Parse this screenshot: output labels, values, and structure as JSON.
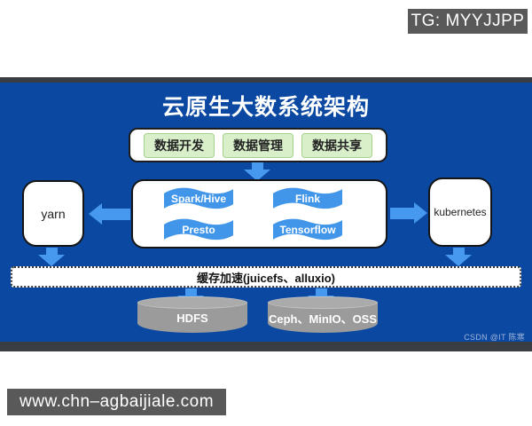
{
  "badges": {
    "tg": "TG: MYYJJPP",
    "url": "www.chn–agbaijiale.com"
  },
  "diagram": {
    "title": "云原生大数系统架构",
    "watermark": "CSDN @IT 陈寒",
    "layers": {
      "app_pills": [
        {
          "label": "数据开发"
        },
        {
          "label": "数据管理"
        },
        {
          "label": "数据共享"
        }
      ],
      "engines": [
        {
          "label": "Spark/Hive"
        },
        {
          "label": "Flink"
        },
        {
          "label": "Presto"
        },
        {
          "label": "Tensorflow"
        }
      ],
      "schedulers": {
        "left": "yarn",
        "right": "kubernetes"
      },
      "cache": {
        "label": "缓存加速(juicefs、alluxio)"
      },
      "storage": [
        {
          "label": "HDFS"
        },
        {
          "label": "Ceph、MinIO、OSS"
        }
      ]
    },
    "colors": {
      "panel-blue": "#0a48a1",
      "strip-dark": "#3a3d42",
      "arrow-blue": "#4699ee",
      "ribbon-blue": "#4196e9",
      "pill-green-bg": "#d8efca",
      "pill-green-border": "#a3d28c",
      "cylinder-gray": "#9b9b9b",
      "cylinder-top": "#ababab",
      "badge-gray": "#595959"
    }
  }
}
